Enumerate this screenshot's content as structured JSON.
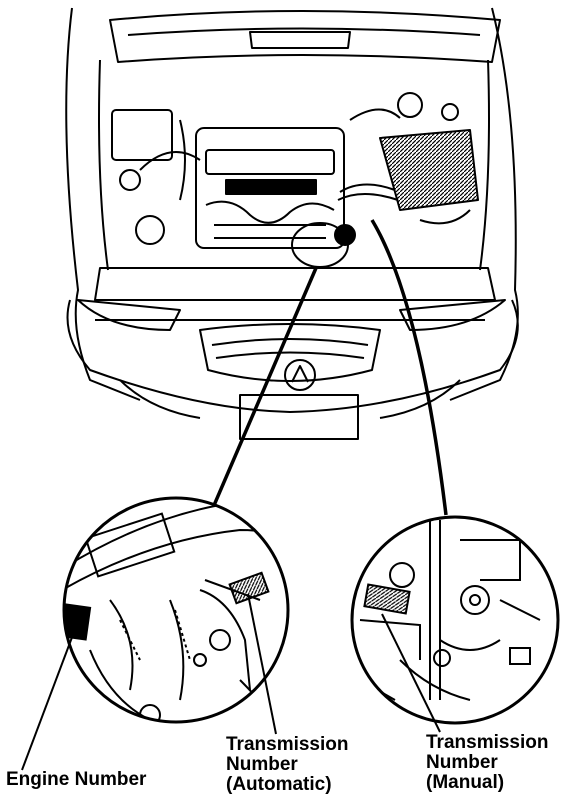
{
  "labels": {
    "engine_number": "Engine Number",
    "transmission_automatic": [
      "Transmission",
      "Number",
      "(Automatic)"
    ],
    "transmission_manual": [
      "Transmission",
      "Number",
      "(Manual)"
    ]
  },
  "colors": {
    "ink": "#000000",
    "paper": "#ffffff"
  }
}
